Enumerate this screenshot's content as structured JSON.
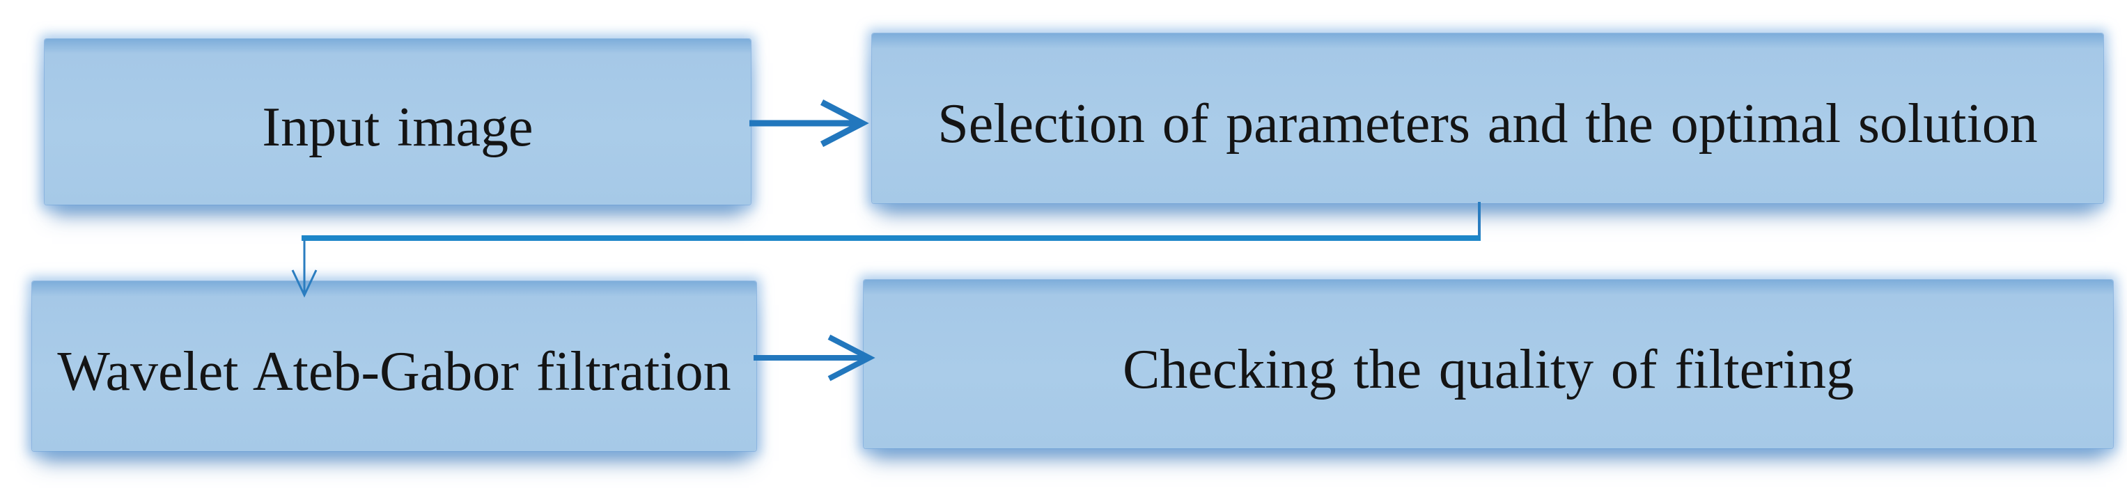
{
  "figure": {
    "kind": "flowchart",
    "background": "#ffffff",
    "description": "Wavelet Ateb-Gabor filtration process flowchart"
  },
  "colors": {
    "box_fill": "#a9cbe8",
    "box_top_edge": "#7dadda",
    "box_glow": "#7cb0de",
    "box_shadow": "#558bbe",
    "arrow": "#2277bd",
    "connector_thick": "#1d86c8",
    "connector_thin": "#2a7dc0",
    "text": "#141414"
  },
  "nodes": [
    {
      "id": "input-image",
      "label": "Input image"
    },
    {
      "id": "selection",
      "label": "Selection of parameters and the optimal solution"
    },
    {
      "id": "filtration",
      "label": "Wavelet Ateb-Gabor filtration"
    },
    {
      "id": "quality-check",
      "label": "Checking the quality of filtering"
    }
  ],
  "edges": [
    {
      "from": "input-image",
      "to": "selection",
      "style": "straight-horizontal-open-arrow"
    },
    {
      "from": "selection",
      "to": "filtration",
      "style": "elbow-down-left-down-open-arrow"
    },
    {
      "from": "filtration",
      "to": "quality-check",
      "style": "straight-horizontal-open-arrow"
    }
  ]
}
